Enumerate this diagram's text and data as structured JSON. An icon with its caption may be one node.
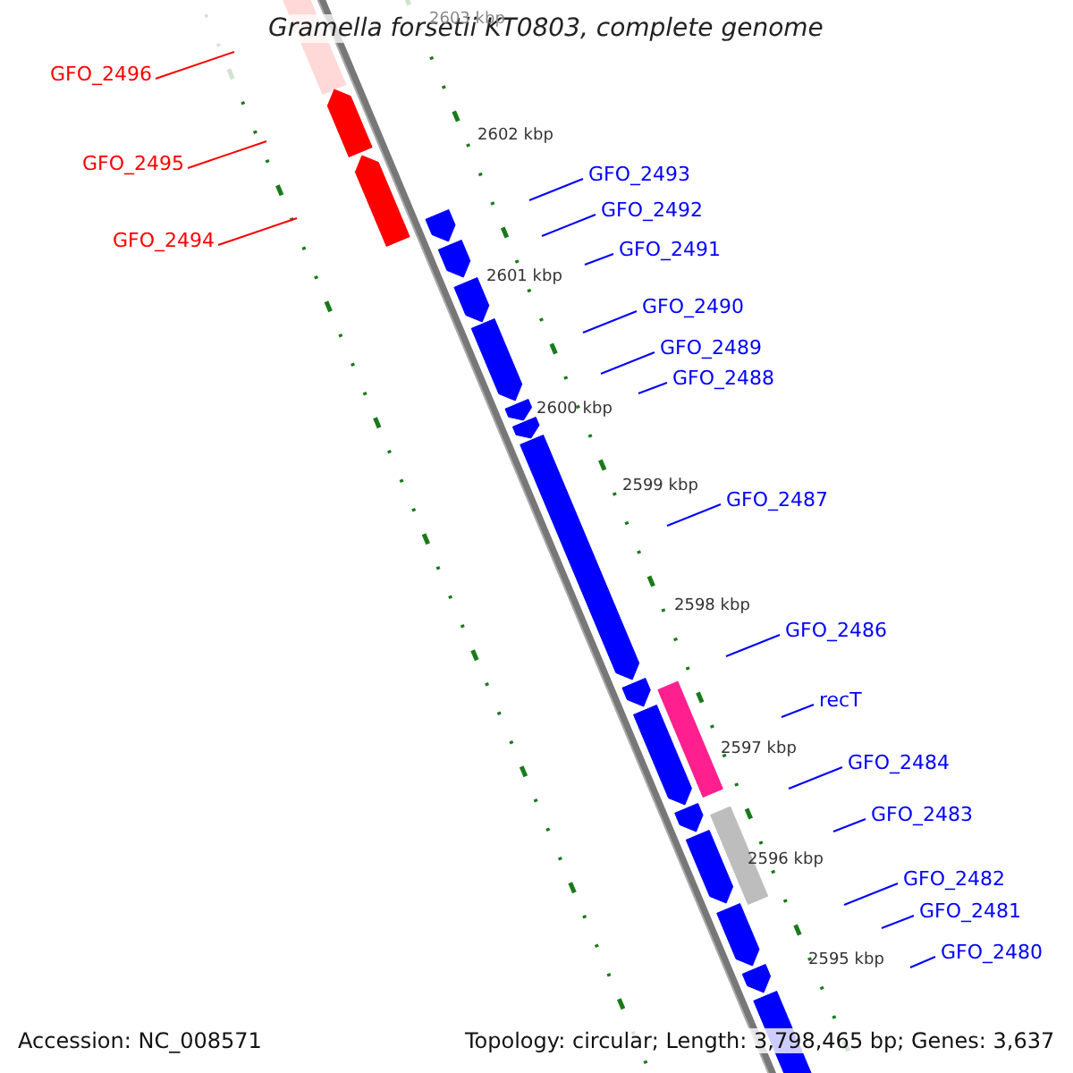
{
  "diagram": {
    "title": "Gramella forsetii KT0803, complete genome",
    "nodes": [
      {
        "text": [
          "GFO_2496"
        ]
      },
      {
        "text": [
          "GFO_2495"
        ]
      },
      {
        "text": [
          "GFO_2494"
        ]
      },
      {
        "text": [
          "GFO_2493"
        ]
      },
      {
        "text": [
          "GFO_2492"
        ]
      },
      {
        "text": [
          "GFO_2491"
        ]
      },
      {
        "text": [
          "GFO_2490"
        ]
      },
      {
        "text": [
          "GFO_2489"
        ]
      },
      {
        "text": [
          "GFO_2488"
        ]
      },
      {
        "text": [
          "GFO_2487"
        ]
      },
      {
        "text": [
          "GFO_2486"
        ]
      },
      {
        "text": [
          "recT"
        ]
      },
      {
        "text": [
          "GFO_2484"
        ]
      },
      {
        "text": [
          "GFO_2483"
        ]
      },
      {
        "text": [
          "GFO_2482"
        ]
      },
      {
        "text": [
          "GFO_2481"
        ]
      },
      {
        "text": [
          "GFO_2480"
        ]
      }
    ],
    "edges": [
      {
        "from": 0,
        "to": null,
        "arrow": "none",
        "color": "#ff0000"
      },
      {
        "from": 1,
        "to": null,
        "arrow": "none",
        "color": "#ff0000"
      },
      {
        "from": 2,
        "to": null,
        "arrow": "none",
        "color": "#ff0000"
      },
      {
        "from": 3,
        "to": null,
        "arrow": "none"
      },
      {
        "from": 4,
        "to": null,
        "arrow": "none"
      },
      {
        "from": 5,
        "to": null,
        "arrow": "none"
      },
      {
        "from": 6,
        "to": null,
        "arrow": "none"
      },
      {
        "from": 7,
        "to": null,
        "arrow": "none"
      },
      {
        "from": 8,
        "to": null,
        "arrow": "none"
      },
      {
        "from": 9,
        "to": null,
        "arrow": "none"
      },
      {
        "from": 10,
        "to": null,
        "arrow": "none"
      },
      {
        "from": 11,
        "to": null,
        "arrow": "none"
      },
      {
        "from": 12,
        "to": null,
        "arrow": "none"
      },
      {
        "from": 13,
        "to": null,
        "arrow": "none"
      },
      {
        "from": 14,
        "to": null,
        "arrow": "none"
      },
      {
        "from": 15,
        "to": null,
        "arrow": "none"
      },
      {
        "from": 16,
        "to": null,
        "arrow": "none"
      }
    ],
    "labels": [
      "2603 kbp",
      "2602 kbp",
      "2601 kbp",
      "2600 kbp",
      "2599 kbp",
      "2598 kbp",
      "2597 kbp",
      "2596 kbp",
      "2595 kbp",
      "Accession: NC_008571",
      "Topology: circular; Length: 3,798,465 bp; Genes: 3,637"
    ]
  }
}
